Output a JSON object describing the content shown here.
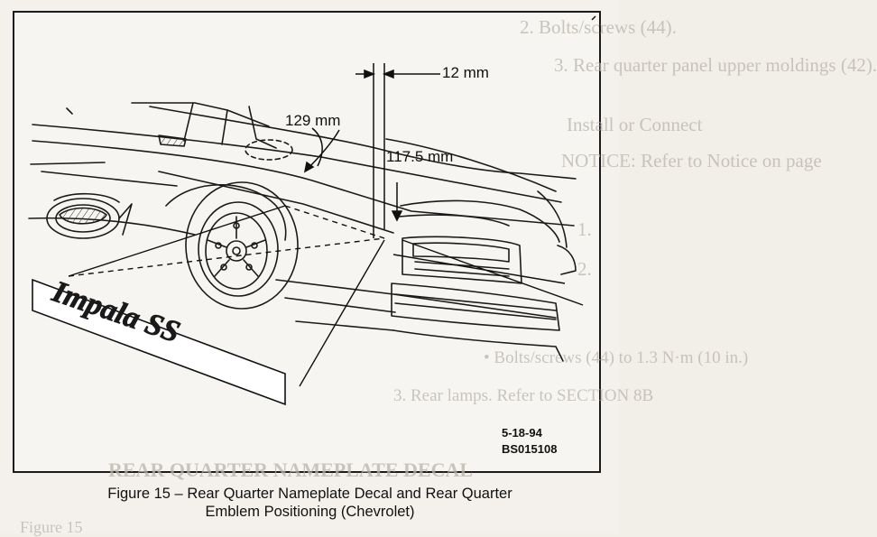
{
  "dimensions": {
    "offset_small": "12 mm",
    "offset_upper": "129 mm",
    "offset_lower": "117.5 mm"
  },
  "reference": {
    "date": "5-18-94",
    "code": "BS015108"
  },
  "caption": {
    "line1": "Figure 15 – Rear Quarter Nameplate Decal and Rear Quarter",
    "line2": "Emblem Positioning (Chevrolet)"
  },
  "decal": {
    "script_text": "Impala SS"
  },
  "bleed_through": [
    "2.  Bolts/screws (44).",
    "3.  Rear quarter panel upper moldings (42).",
    "Install or Connect",
    "NOTICE: Refer to Notice on page",
    "1.",
    "2.",
    "•  Bolts/screws (44) to 1.3 N·m (10 in.)",
    "3.  Rear lamps. Refer to SECTION 8B",
    "REAR QUARTER NAMEPLATE DECAL",
    "Figure 15"
  ]
}
